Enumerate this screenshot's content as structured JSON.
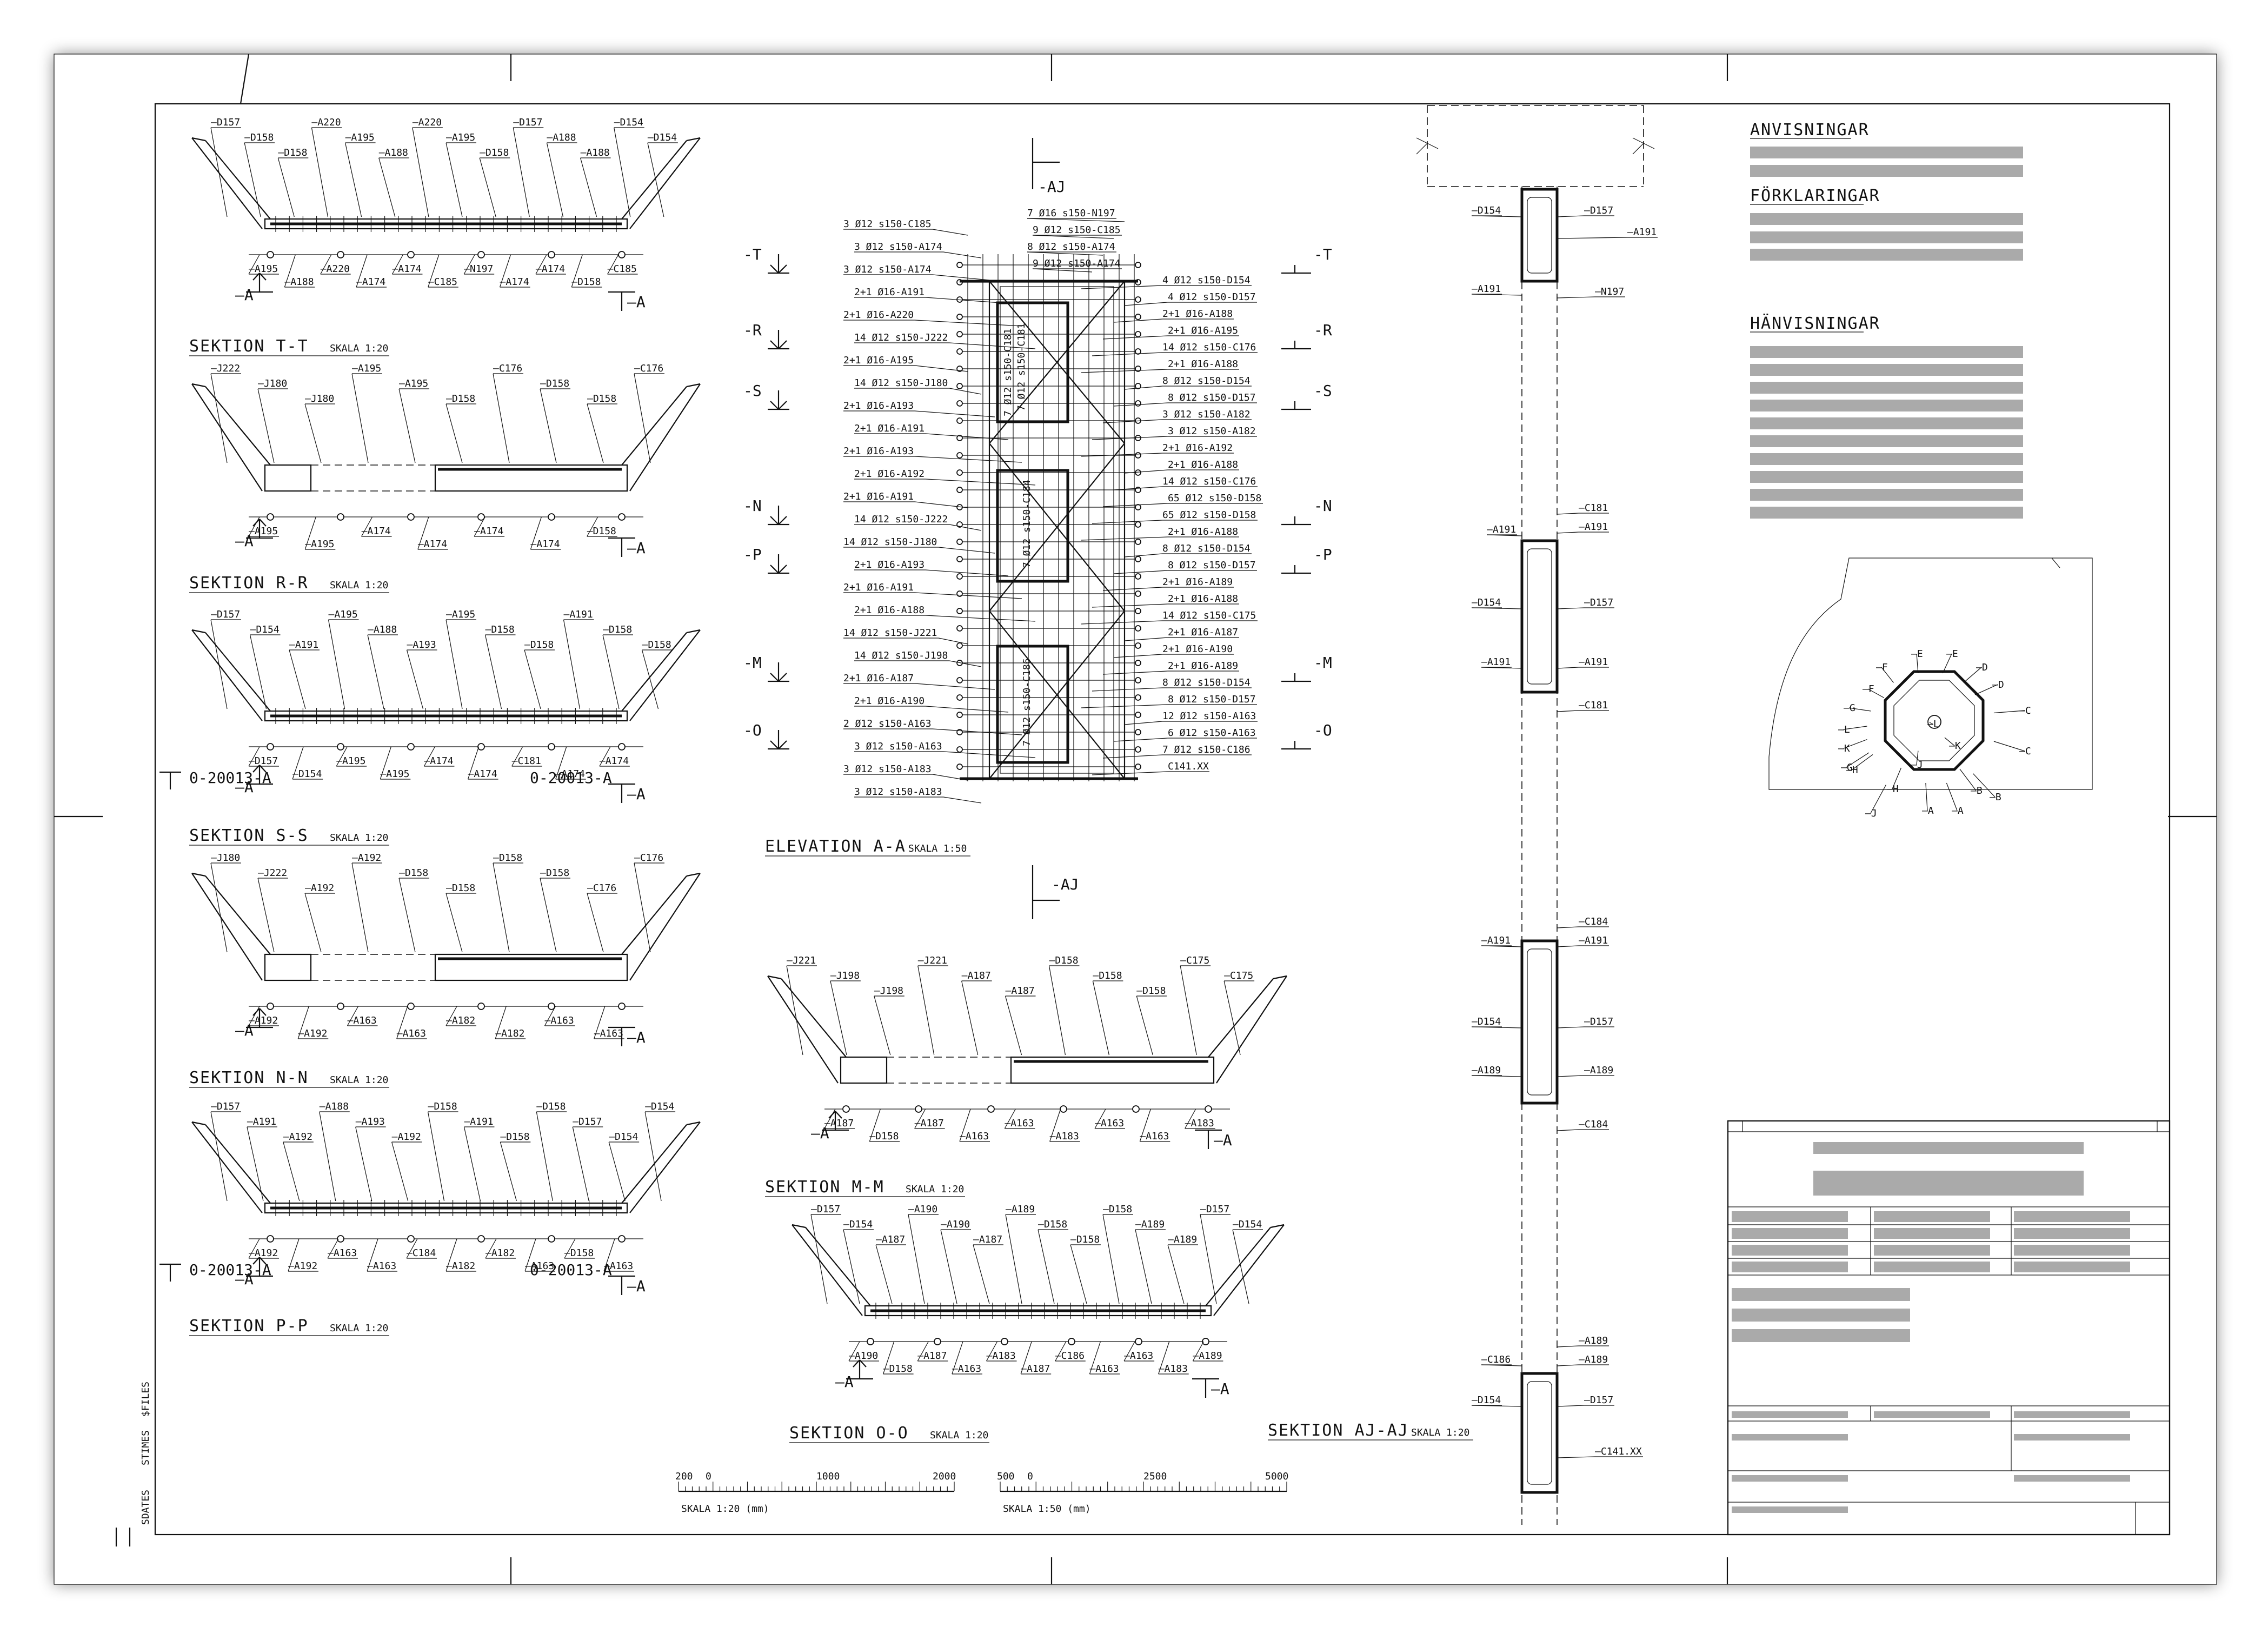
{
  "notes": {
    "instructions_heading": "ANVISNINGAR",
    "explanations_heading": "FÖRKLARINGAR",
    "references_heading": "HÄNVISNINGAR"
  },
  "sections": [
    {
      "title": "SEKTION T-T",
      "scale": "SKALA 1:20",
      "labels": [
        "D157",
        "D158",
        "D158",
        "A220",
        "A195",
        "A188",
        "A220",
        "A195",
        "D158",
        "D157",
        "A188",
        "A188",
        "D154",
        "D154",
        "A195",
        "A188",
        "A220",
        "A174",
        "A174",
        "C185",
        "N197",
        "A174",
        "A174",
        "D158",
        "C185"
      ]
    },
    {
      "title": "SEKTION R-R",
      "scale": "SKALA 1:20",
      "labels": [
        "J222",
        "J180",
        "J180",
        "A195",
        "A195",
        "D158",
        "C176",
        "D158",
        "D158",
        "C176",
        "A195",
        "A195",
        "A174",
        "A174",
        "A174",
        "A174",
        "D158"
      ]
    },
    {
      "title": "SEKTION S-S",
      "scale": "SKALA 1:20",
      "labels": [
        "D157",
        "D154",
        "A191",
        "A195",
        "A188",
        "A193",
        "A195",
        "D158",
        "D158",
        "A191",
        "D158",
        "D158",
        "D157",
        "D154",
        "A195",
        "A195",
        "A174",
        "A174",
        "C181",
        "A174",
        "A174"
      ],
      "refs": [
        "0-20013-A",
        "0-20013-A"
      ]
    },
    {
      "title": "SEKTION N-N",
      "scale": "SKALA 1:20",
      "labels": [
        "J180",
        "J222",
        "A192",
        "A192",
        "D158",
        "D158",
        "D158",
        "D158",
        "C176",
        "C176",
        "A192",
        "A192",
        "A163",
        "A163",
        "A182",
        "A182",
        "A163",
        "A163"
      ]
    },
    {
      "title": "SEKTION P-P",
      "scale": "SKALA 1:20",
      "labels": [
        "D157",
        "A191",
        "A192",
        "A188",
        "A193",
        "A192",
        "D158",
        "A191",
        "D158",
        "D158",
        "D157",
        "D154",
        "D154",
        "A192",
        "A192",
        "A163",
        "A163",
        "C184",
        "A182",
        "A182",
        "A163",
        "D158",
        "A163"
      ],
      "refs": [
        "0-20013-A",
        "0-20013-A"
      ]
    },
    {
      "title": "SEKTION M-M",
      "scale": "SKALA 1:20",
      "labels": [
        "J221",
        "J198",
        "J198",
        "J221",
        "A187",
        "A187",
        "D158",
        "D158",
        "D158",
        "C175",
        "C175",
        "A187",
        "D158",
        "A187",
        "A163",
        "A163",
        "A183",
        "A163",
        "A163",
        "A183"
      ]
    },
    {
      "title": "SEKTION O-O",
      "scale": "SKALA 1:20",
      "labels": [
        "D157",
        "D154",
        "A187",
        "A190",
        "A190",
        "A187",
        "A189",
        "D158",
        "D158",
        "D158",
        "A189",
        "A189",
        "D157",
        "D154",
        "A190",
        "D158",
        "A187",
        "A163",
        "A183",
        "A187",
        "C186",
        "A163",
        "A163",
        "A183",
        "A189"
      ]
    },
    {
      "title": "SEKTION AJ-AJ",
      "scale": "SKALA 1:20",
      "labels": [
        "D154",
        "D157",
        "A191",
        "A191",
        "N197",
        "A191",
        "C181",
        "A191",
        "D154",
        "D157",
        "A191",
        "A191",
        "C181",
        "C184",
        "A191",
        "A191",
        "D154",
        "D157",
        "A189",
        "A189",
        "C184",
        "A189",
        "C186",
        "A189",
        "D154",
        "D157",
        "C141.XX"
      ]
    }
  ],
  "elevation": {
    "title": "ELEVATION A-A",
    "scale": "SKALA 1:50",
    "cut_top": "-AJ",
    "cut_bottom": "-AJ",
    "left_marks": [
      "-T",
      "-R",
      "-S",
      "-N",
      "-P",
      "-M",
      "-O"
    ],
    "right_marks": [
      "-T",
      "-R",
      "-S",
      "-N",
      "-P",
      "-M",
      "-O"
    ],
    "left_labels": [
      "3 Ø12 s150-C185",
      "3 Ø12 s150-A174",
      "3 Ø12 s150-A174",
      "2+1 Ø16-A191",
      "2+1 Ø16-A220",
      "14 Ø12 s150-J222",
      "2+1 Ø16-A195",
      "14 Ø12 s150-J180",
      "2+1 Ø16-A193",
      "2+1 Ø16-A191",
      "2+1 Ø16-A193",
      "2+1 Ø16-A192",
      "2+1 Ø16-A191",
      "14 Ø12 s150-J222",
      "14 Ø12 s150-J180",
      "2+1 Ø16-A193",
      "2+1 Ø16-A191",
      "2+1 Ø16-A188",
      "14 Ø12 s150-J221",
      "14 Ø12 s150-J198",
      "2+1 Ø16-A187",
      "2+1 Ø16-A190",
      "2 Ø12 s150-A163",
      "3 Ø12 s150-A163",
      "3 Ø12 s150-A183",
      "3 Ø12 s150-A183"
    ],
    "right_labels": [
      "7 Ø16 s150-N197",
      "9 Ø12 s150-C185",
      "8 Ø12 s150-A174",
      "9 Ø12 s150-A174",
      "4 Ø12 s150-D154",
      "4 Ø12 s150-D157",
      "2+1 Ø16-A188",
      "2+1 Ø16-A195",
      "14 Ø12 s150-C176",
      "2+1 Ø16-A188",
      "8 Ø12 s150-D154",
      "8 Ø12 s150-D157",
      "3 Ø12 s150-A182",
      "3 Ø12 s150-A182",
      "2+1 Ø16-A192",
      "2+1 Ø16-A188",
      "14 Ø12 s150-C176",
      "65 Ø12 s150-D158",
      "65 Ø12 s150-D158",
      "2+1 Ø16-A188",
      "8 Ø12 s150-D154",
      "8 Ø12 s150-D157",
      "2+1 Ø16-A189",
      "2+1 Ø16-A188",
      "14 Ø12 s150-C175",
      "2+1 Ø16-A187",
      "2+1 Ø16-A190",
      "2+1 Ø16-A189",
      "8 Ø12 s150-D154",
      "8 Ø12 s150-D157",
      "12 Ø12 s150-A163",
      "6 Ø12 s150-A163",
      "7 Ø12 s150-C186",
      "C141.XX"
    ],
    "vertical_labels": [
      "7 Ø12 s150-C181",
      "7 Ø12 s150-C181",
      "7 Ø12 s150-C184",
      "7 Ø12 s150-C186"
    ]
  },
  "keyplan": {
    "labels": [
      "E",
      "E",
      "F",
      "D",
      "F",
      "D",
      "G",
      "C",
      "L",
      "L",
      "K",
      "K",
      "G",
      "J",
      "C",
      "H",
      "B",
      "H",
      "A",
      "B",
      "J",
      "A"
    ]
  },
  "scalebars": [
    {
      "caption": "SKALA 1:20 (mm)",
      "ticks": [
        "200",
        "0",
        "1000",
        "2000"
      ]
    },
    {
      "caption": "SKALA 1:50 (mm)",
      "ticks": [
        "500",
        "0",
        "2500",
        "5000"
      ]
    }
  ],
  "margin_text": [
    "SDATES",
    "STIMES",
    "$FILES"
  ],
  "colors": {
    "ink": "#111111",
    "redacted": "#aaaaaa",
    "paper": "#ffffff"
  }
}
